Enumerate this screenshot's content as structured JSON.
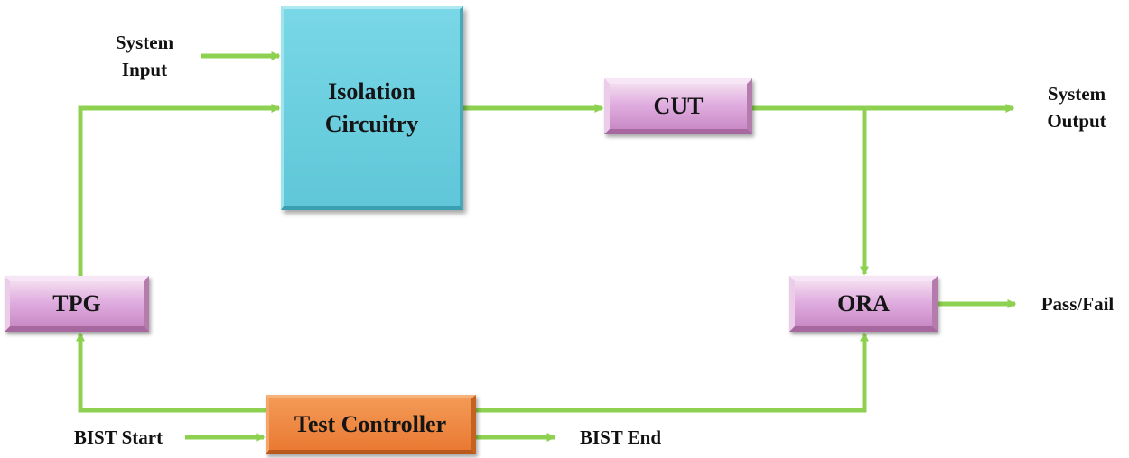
{
  "blocks": {
    "isolation": [
      "Isolation",
      "Circuitry"
    ],
    "cut": "CUT",
    "tpg": "TPG",
    "ora": "ORA",
    "controller": "Test Controller"
  },
  "signals": {
    "system_input": [
      "System",
      "Input"
    ],
    "system_output": [
      "System",
      "Output"
    ],
    "pass_fail": "Pass/Fail",
    "bist_start": "BIST Start",
    "bist_end": "BIST End"
  },
  "colors": {
    "arrow": "#8ed150",
    "isolation_fill": "#66cbdc",
    "bevel_box_fill": "#deaadc",
    "controller_fill": "#ee8540"
  }
}
